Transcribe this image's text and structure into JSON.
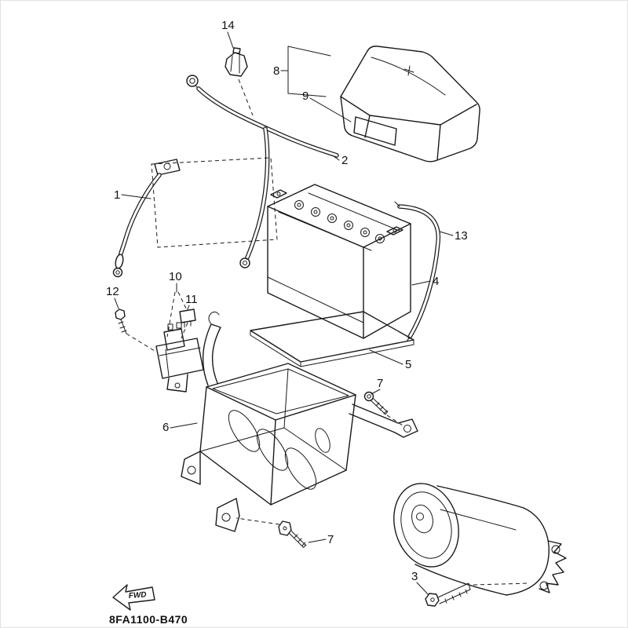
{
  "diagram": {
    "code": "8FA1100-B470",
    "fwd_label": "FWD",
    "part_labels": {
      "p1": "1",
      "p2": "2",
      "p3": "3",
      "p4": "4",
      "p5": "5",
      "p6": "6",
      "p7a": "7",
      "p7b": "7",
      "p8": "8",
      "p9": "9",
      "p10": "10",
      "p11": "11",
      "p12": "12",
      "p13": "13",
      "p14": "14"
    },
    "colors": {
      "line": "#1a1a1a",
      "background": "#ffffff"
    }
  }
}
